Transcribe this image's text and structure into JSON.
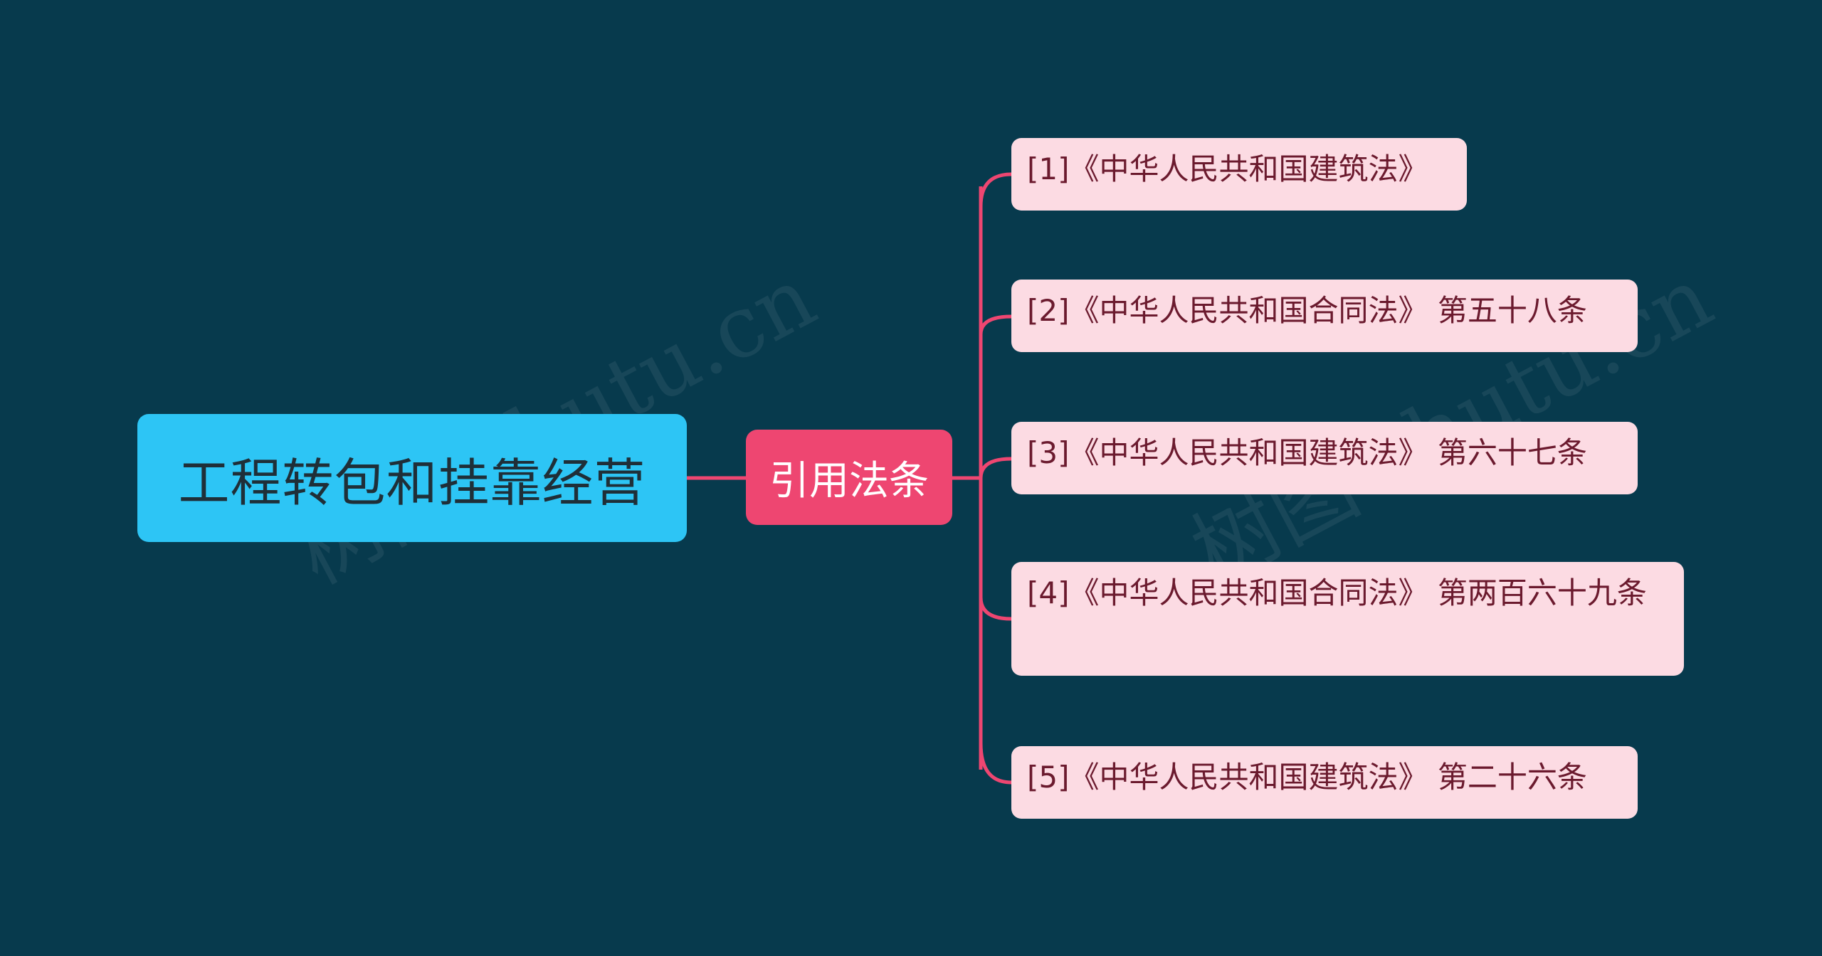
{
  "colors": {
    "background": "#073a4d",
    "root_fill": "#2dc5f5",
    "branch_fill": "#ee4671",
    "leaf_fill": "#fcdbe3",
    "connector": "#ee4671"
  },
  "mindmap": {
    "root": {
      "label": "工程转包和挂靠经营"
    },
    "branch": {
      "label": "引用法条"
    },
    "leaves": [
      {
        "label": "[1]《中华人民共和国建筑法》"
      },
      {
        "label": "[2]《中华人民共和国合同法》 第五十八条"
      },
      {
        "label": "[3]《中华人民共和国建筑法》 第六十七条"
      },
      {
        "label": "[4]《中华人民共和国合同法》 第两百六十九条"
      },
      {
        "label": "[5]《中华人民共和国建筑法》 第二十六条"
      }
    ]
  },
  "watermark": {
    "text": "树图 shutu.cn"
  }
}
